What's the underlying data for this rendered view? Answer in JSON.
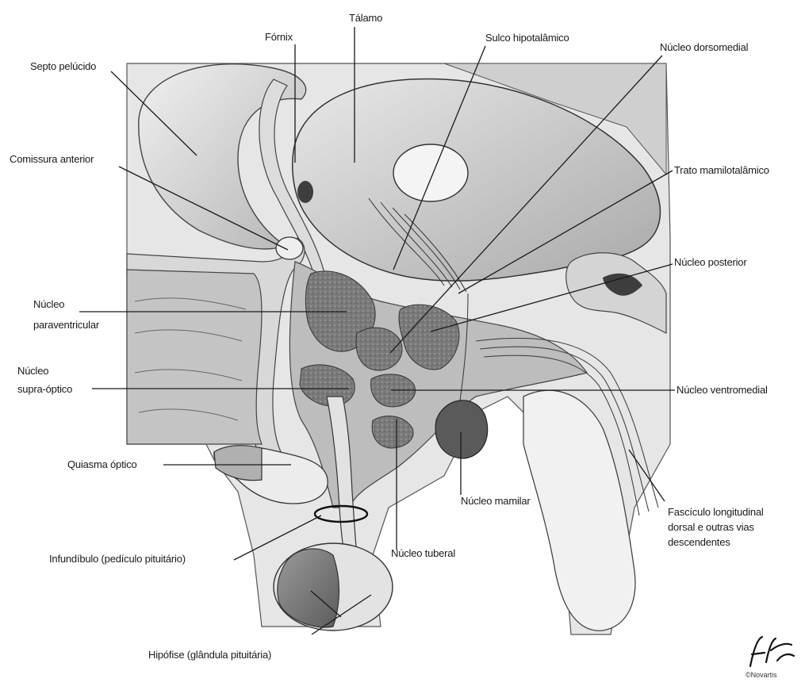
{
  "labels": {
    "forn": "Fórnix",
    "talamo": "Tálamo",
    "sulco": "Sulco hipotalâmico",
    "dorsomedial": "Núcleo dorsomedial",
    "septo": "Septo pelúcido",
    "comissura": "Comissura anterior",
    "trato": "Trato mamilotalâmico",
    "posterior": "Núcleo posterior",
    "paraventricular_1": "Núcleo",
    "paraventricular_2": "paraventricular",
    "supraoptico_1": "Núcleo",
    "supraoptico_2": "supra-óptico",
    "ventromedial": "Núcleo ventromedial",
    "quiasma": "Quiasma óptico",
    "mamilar": "Núcleo mamilar",
    "fasciculo_1": "Fascículo longitudinal",
    "fasciculo_2": "dorsal e outras vias",
    "fasciculo_3": "descendentes",
    "infundibulo": "Infundíbulo (pedículo pituitário)",
    "tuberal": "Núcleo tuberal",
    "hipofise": "Hipófise (glândula pituitária)"
  },
  "signature": "©Novartis",
  "colors": {
    "line": "#1a1a1a",
    "tissue_light": "#f2f2f2",
    "tissue_mid": "#cfcfcf",
    "tissue_dark": "#8a8a8a",
    "nucleus": "#6e6e6e",
    "background": "#ffffff"
  }
}
